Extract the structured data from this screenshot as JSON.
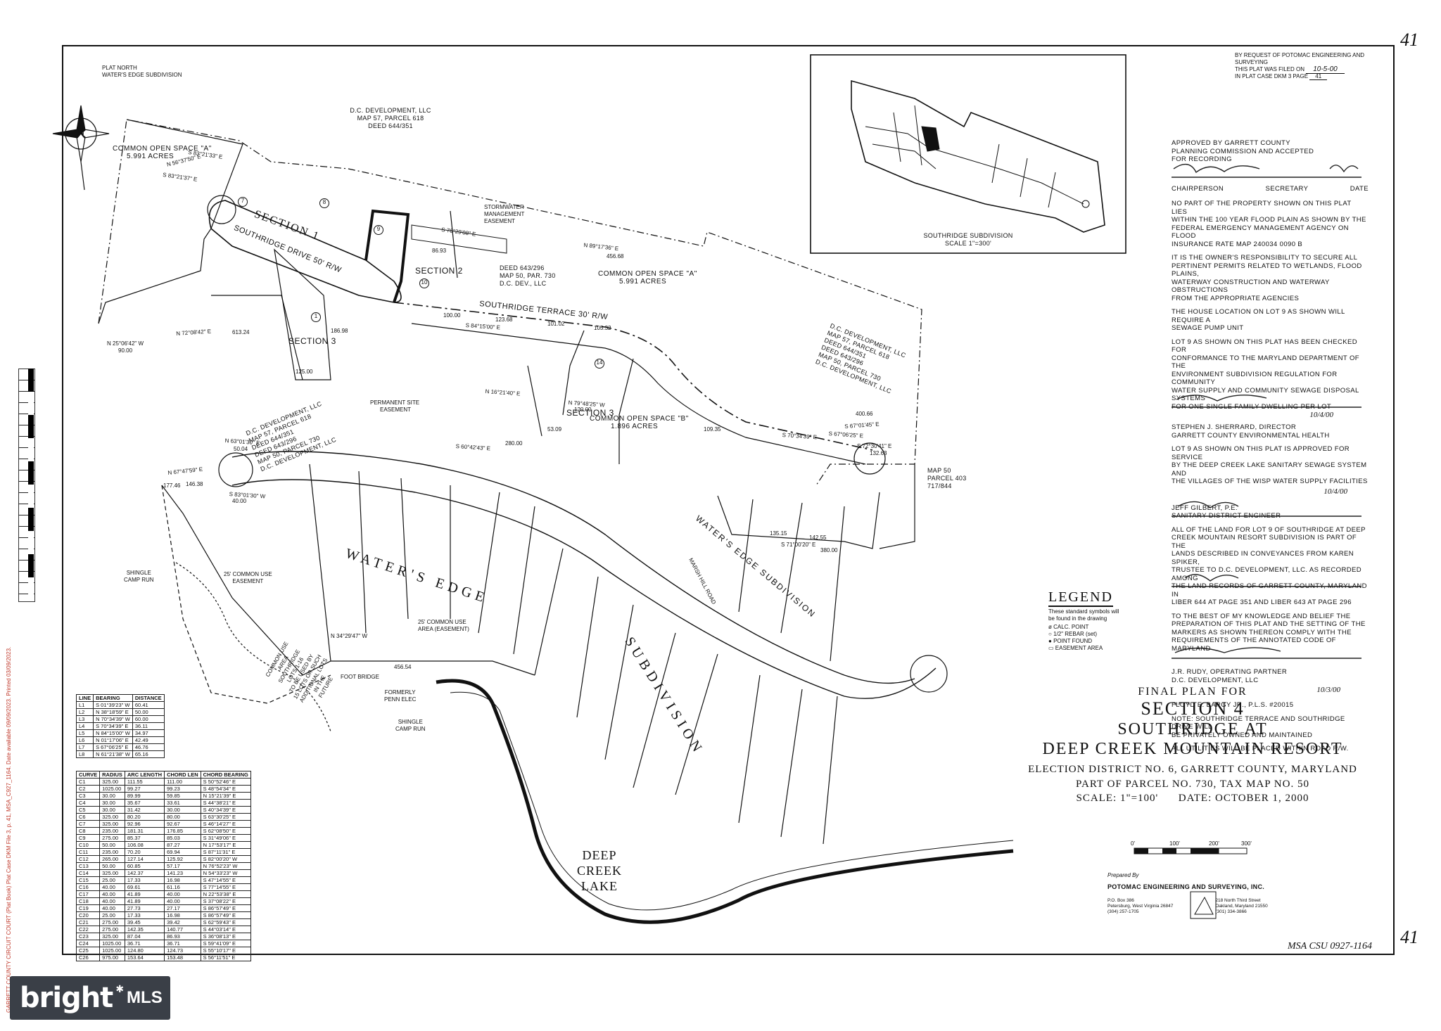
{
  "sheet": {
    "page_number_top": "41",
    "page_number_bottom": "41",
    "filing_note_line1": "BY REQUEST OF POTOMAC ENGINEERING AND SURVEYING",
    "filing_note_line2": "THIS PLAT WAS FILED ON",
    "filing_date": "10-5-00",
    "filing_note_line3": "IN PLAT CASE DKM 3 PAGE",
    "filing_page": "41",
    "msa_stamp": "MSA CSU 0927-1164",
    "side_stamp": "GARRETT COUNTY CIRCUIT COURT (Plat Book) Plat Case DKM File 3, p. 41, MSA_C927_1164. Date available 09/09/2023. Printed 03/09/2023."
  },
  "watermark": {
    "brand": "bright",
    "suffix": "MLS"
  },
  "north_arrow": {
    "letter": "N",
    "label1": "PLAT NORTH",
    "label2": "WATER'S EDGE SUBDIVISION"
  },
  "inset": {
    "title": "SOUTHRIDGE SUBDIVISION",
    "scale": "SCALE 1\"=300'"
  },
  "map_labels": {
    "dc_dev_top": [
      "D.C. DEVELOPMENT, LLC",
      "MAP 57, PARCEL 618",
      "DEED 644/351"
    ],
    "common_open_a": [
      "COMMON OPEN SPACE \"A\"",
      "5.991 ACRES"
    ],
    "common_open_a2": [
      "COMMON OPEN SPACE \"A\"",
      "5.991 ACRES"
    ],
    "common_open_b": [
      "COMMON OPEN SPACE \"B\"",
      "1.896 ACRES"
    ],
    "section1": "SECTION 1",
    "section2": "SECTION 2",
    "section3a": "SECTION 3",
    "section3b": "SECTION 3",
    "southridge_drive": "SOUTHRIDGE DRIVE 50' R/W",
    "southridge_terrace": "SOUTHRIDGE TERRACE 30' R/W",
    "deed_643": [
      "DEED 643/296",
      "MAP 50, PAR. 730",
      "D.C. DEV., LLC"
    ],
    "stormwater": [
      "STORMWATER",
      "MANAGEMENT",
      "EASEMENT"
    ],
    "permanent_site": [
      "PERMANENT SITE",
      "EASEMENT"
    ],
    "dc_dev_right": [
      "D.C. DEVELOPMENT, LLC",
      "MAP 57, PARCEL 618",
      "DEED 644/351",
      "DEED 643/296",
      "MAP 50, PARCEL 730",
      "D.C. DEVELOPMENT, LLC"
    ],
    "dc_dev_left": [
      "D.C. DEVELOPMENT, LLC",
      "MAP 57, PARCEL 618",
      "DEED 644/351",
      "DEED 643/296",
      "MAP 50, PARCEL 730",
      "D.C. DEVELOPMENT, LLC"
    ],
    "map50_parcel403": [
      "MAP 50",
      "PARCEL 403",
      "717/844"
    ],
    "waters_edge": "WATER'S EDGE",
    "subdivision": "SUBDIVISION",
    "waters_edge_subdivision": "WATER'S EDGE SUBDIVISION",
    "marsh_hill_road": "MARSH HILL ROAD",
    "shingle_camp_run_1": [
      "SHINGLE",
      "CAMP RUN"
    ],
    "shingle_camp_run_2": [
      "SHINGLE",
      "CAMP RUN"
    ],
    "common_use_easement": [
      "25' COMMON USE",
      "EASEMENT"
    ],
    "common_use_area": [
      "25' COMMON USE",
      "AREA (EASEMENT)"
    ],
    "foot_bridge": "FOOT BRIDGE",
    "formerly_penn_elec": [
      "FORMERLY",
      "PENN ELEC"
    ],
    "common_use_area_note": [
      "COMMON USE",
      "AREA",
      "SOUTHRIDGE",
      "LOTS 1-16",
      "TO BE USED BY",
      "15 LOTS OR SUCH",
      "ADDITIONAL LOTS",
      "IN THE",
      "FUTURE"
    ],
    "deep_creek_lake": [
      "DEEP",
      "CREEK",
      "LAKE"
    ],
    "lot_numbers": [
      "1",
      "7",
      "8",
      "9",
      "10",
      "14"
    ],
    "bearings": [
      {
        "t": "S 83°21'33\" E"
      },
      {
        "t": "S 83°21'37\" E"
      },
      {
        "t": "N 56°37'50\" E"
      },
      {
        "t": "S 76°29'08\" E"
      },
      {
        "t": "N 89°17'36\" E"
      },
      {
        "t": "S 84°15'00\" E"
      },
      {
        "t": "S 67°06'25\" E"
      },
      {
        "t": "N 16°21'40\" E"
      },
      {
        "t": "N 79°48'25\" W"
      },
      {
        "t": "S 60°42'43\" E"
      },
      {
        "t": "N 63°01'30\" E"
      },
      {
        "t": "N 67°47'59\" E"
      },
      {
        "t": "S 83°01'30\" W"
      },
      {
        "t": "N 34°29'47\" W"
      },
      {
        "t": "N 25°06'42\" W"
      },
      {
        "t": "S 71°00'20\" E"
      },
      {
        "t": "N 72°08'42\" E"
      },
      {
        "t": "S 72°30'41\" E"
      },
      {
        "t": "S 67°01'45\" E"
      },
      {
        "t": "S 70°34'39\" E"
      }
    ],
    "distances": [
      "280.00",
      "100.00",
      "123.68",
      "101.02",
      "105.32",
      "120.00",
      "177.46",
      "146.38",
      "50.04",
      "40.00",
      "125.00",
      "613.24",
      "90.00",
      "456.54",
      "400.66",
      "132.63",
      "380.00",
      "135.15",
      "142.55",
      "109.35",
      "186.98",
      "53.09",
      "456.68",
      "86.93"
    ]
  },
  "line_table": {
    "headers": [
      "LINE",
      "BEARING",
      "DISTANCE"
    ],
    "rows": [
      [
        "L1",
        "S 01°39'23\" W",
        "60.41"
      ],
      [
        "L2",
        "N 38°18'59\" E",
        "50.00"
      ],
      [
        "L3",
        "N 70°34'39\" W",
        "60.00"
      ],
      [
        "L4",
        "S 70°34'39\" E",
        "36.11"
      ],
      [
        "L5",
        "N 84°15'00\" W",
        "34.97"
      ],
      [
        "L6",
        "N 01°17'06\" E",
        "42.49"
      ],
      [
        "L7",
        "S 67°06'25\" E",
        "46.76"
      ],
      [
        "L8",
        "N 61°21'38\" W",
        "65.16"
      ]
    ]
  },
  "curve_table": {
    "headers": [
      "CURVE",
      "RADIUS",
      "ARC LENGTH",
      "CHORD LEN",
      "CHORD BEARING"
    ],
    "rows": [
      [
        "C1",
        "325.00",
        "111.55",
        "111.00",
        "S 50°52'46\" E"
      ],
      [
        "C2",
        "1025.00",
        "99.27",
        "99.23",
        "S 48°54'34\" E"
      ],
      [
        "C3",
        "30.00",
        "89.99",
        "59.85",
        "N 15°21'39\" E"
      ],
      [
        "C4",
        "30.00",
        "35.67",
        "33.61",
        "S 44°38'21\" E"
      ],
      [
        "C5",
        "30.00",
        "31.42",
        "30.00",
        "S 40°34'39\" E"
      ],
      [
        "C6",
        "325.00",
        "80.20",
        "80.00",
        "S 63°30'25\" E"
      ],
      [
        "C7",
        "325.00",
        "92.96",
        "92.67",
        "S 46°14'27\" E"
      ],
      [
        "C8",
        "235.00",
        "181.31",
        "176.85",
        "S 62°08'50\" E"
      ],
      [
        "C9",
        "275.00",
        "85.37",
        "85.03",
        "S 31°49'06\" E"
      ],
      [
        "C10",
        "50.00",
        "106.08",
        "87.27",
        "N 17°53'17\" E"
      ],
      [
        "C11",
        "235.00",
        "70.20",
        "69.94",
        "S 87°11'31\" E"
      ],
      [
        "C12",
        "265.00",
        "127.14",
        "125.92",
        "S 82°00'20\" W"
      ],
      [
        "C13",
        "50.00",
        "60.85",
        "57.17",
        "N 76°52'23\" W"
      ],
      [
        "C14",
        "325.00",
        "142.37",
        "141.23",
        "N 54°33'23\" W"
      ],
      [
        "C15",
        "25.00",
        "17.33",
        "16.98",
        "S 47°14'55\" E"
      ],
      [
        "C16",
        "40.00",
        "69.61",
        "61.16",
        "S 77°14'55\" E"
      ],
      [
        "C17",
        "40.00",
        "41.89",
        "40.00",
        "N 22°53'38\" E"
      ],
      [
        "C18",
        "40.00",
        "41.89",
        "40.00",
        "S 37°08'22\" E"
      ],
      [
        "C19",
        "40.00",
        "27.73",
        "27.17",
        "S 86°57'49\" E"
      ],
      [
        "C20",
        "25.00",
        "17.33",
        "16.98",
        "S 86°57'49\" E"
      ],
      [
        "C21",
        "275.00",
        "39.45",
        "39.42",
        "S 62°59'43\" E"
      ],
      [
        "C22",
        "275.00",
        "142.35",
        "140.77",
        "S 44°03'14\" E"
      ],
      [
        "C23",
        "325.00",
        "87.04",
        "86.93",
        "S 36°08'13\" E"
      ],
      [
        "C24",
        "1025.00",
        "36.71",
        "36.71",
        "S 59°41'09\" E"
      ],
      [
        "C25",
        "1025.00",
        "124.80",
        "124.73",
        "S 55°10'17\" E"
      ],
      [
        "C26",
        "975.00",
        "153.64",
        "153.48",
        "S 56°11'51\" E"
      ]
    ]
  },
  "notes": {
    "approval": "APPROVED BY GARRETT COUNTY\nPLANNING COMMISSION AND ACCEPTED\nFOR RECORDING",
    "chairperson": "CHAIRPERSON",
    "secretary": "SECRETARY",
    "date": "DATE",
    "flood": "NO PART OF THE PROPERTY SHOWN ON THIS PLAT LIES\nWITHIN THE 100 YEAR FLOOD PLAIN AS SHOWN BY THE\nFEDERAL EMERGENCY MANAGEMENT AGENCY ON FLOOD\nINSURANCE RATE MAP 240034 0090 B",
    "permits": "IT IS THE OWNER'S RESPONSIBILITY TO SECURE ALL\nPERTINENT PERMITS RELATED TO WETLANDS, FLOOD PLAINS,\nWATERWAY CONSTRUCTION AND WATERWAY OBSTRUCTIONS\nFROM THE APPROPRIATE AGENCIES",
    "sewage_pump": "THE HOUSE LOCATION ON LOT 9 AS SHOWN WILL REQUIRE A\nSEWAGE PUMP UNIT",
    "lot9_checked": "LOT 9 AS SHOWN ON THIS PLAT HAS BEEN CHECKED FOR\nCONFORMANCE TO THE MARYLAND DEPARTMENT OF THE\nENVIRONMENT SUBDIVISION REGULATION FOR COMMUNITY\nWATER SUPPLY AND COMMUNITY SEWAGE DISPOSAL SYSTEMS\nFOR ONE SINGLE FAMILY DWELLING PER LOT",
    "sherrard": "STEPHEN J. SHERRARD, DIRECTOR\nGARRETT COUNTY ENVIRONMENTAL HEALTH",
    "lot9_service": "LOT 9 AS SHOWN ON THIS PLAT IS APPROVED FOR SERVICE\nBY THE DEEP CREEK LAKE SANITARY SEWAGE SYSTEM AND\nTHE VILLAGES OF THE WISP WATER SUPPLY FACILITIES",
    "gilbert": "JEFF GILBERT, P.E.\nSANITARY DISTRICT ENGINEER",
    "conveyance": "ALL OF THE LAND FOR LOT 9 OF SOUTHRIDGE AT DEEP\nCREEK MOUNTAIN RESORT SUBDIVISION IS PART OF THE\nLANDS DESCRIBED IN CONVEYANCES FROM KAREN SPIKER,\nTRUSTEE TO D.C. DEVELOPMENT, LLC. AS RECORDED AMONG\nTHE LAND RECORDS OF GARRETT COUNTY, MARYLAND IN\nLIBER 644 AT PAGE 351 AND LIBER 643 AT PAGE 296",
    "knowledge": "TO THE BEST OF MY KNOWLEDGE AND BELIEF THE\nPREPARATION OF THIS PLAT AND THE SETTING OF THE\nMARKERS AS SHOWN THEREON COMPLY WITH THE\nREQUIREMENTS OF THE ANNOTATED CODE OF MARYLAND",
    "rudy": "J.R. RUDY, OPERATING PARTNER\nD.C. DEVELOPMENT, LLC",
    "bargy": "FLOYD E. BARGY JR., P.L.S. #20015",
    "bargy_date": "10/3/00",
    "gilbert_date": "10/4/00",
    "sherrard_date": "10/4/00",
    "private": "NOTE: SOUTHRIDGE TERRACE AND SOUTHRIDGE DRIVE WILL\nBE PRIVATELY OWNED AND MAINTAINED",
    "utilities": "ALL UTILITIES WILL BE PLACED WITHIN ROAD R/W."
  },
  "legend": {
    "title": "LEGEND",
    "intro": "These standard symbols will\nbe found in the drawing",
    "items": [
      {
        "symbol": "ø",
        "label": "CALC. POINT"
      },
      {
        "symbol": "○",
        "label": "1/2\" REBAR (set)"
      },
      {
        "symbol": "●",
        "label": "POINT FOUND"
      },
      {
        "symbol": "▭",
        "label": "EASEMENT AREA"
      }
    ]
  },
  "title_block": {
    "line1": "FINAL PLAN FOR",
    "line2": "SECTION 4",
    "line3": "SOUTHRIDGE AT",
    "line4": "DEEP CREEK MOUNTAIN RESORT",
    "line5": "ELECTION DISTRICT NO. 6, GARRETT COUNTY, MARYLAND",
    "line6": "PART OF PARCEL NO. 730, TAX MAP NO. 50",
    "line7": "SCALE: 1\"=100'      DATE: OCTOBER 1, 2000"
  },
  "scale_bar": {
    "ticks": [
      "0'",
      "100'",
      "200'",
      "300'"
    ]
  },
  "firm": {
    "prepared": "Prepared By",
    "name": "POTOMAC ENGINEERING AND SURVEYING, INC.",
    "addr_left": "P.O. Box 386\nPetersburg, West Virginia 26847\n(304) 257-1705",
    "addr_right": "218 North Third Street\nOakland, Maryland 21550\n(301) 334-3866"
  }
}
